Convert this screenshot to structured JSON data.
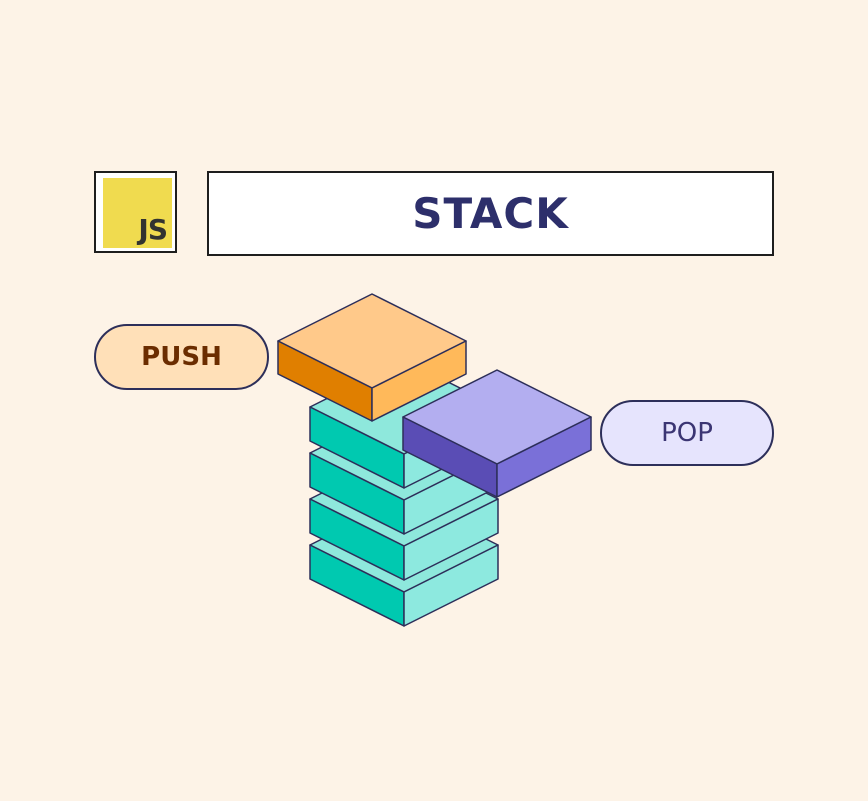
{
  "logo": {
    "text": "JS",
    "color": "#f0db4f"
  },
  "title": "STACK",
  "push_label": "PUSH",
  "pop_label": "POP",
  "stack": {
    "block_count": 4,
    "colors": {
      "top": "#8ee8dc",
      "left": "#00c9b0",
      "right": "#8de9df"
    }
  },
  "pushed_block": {
    "colors": {
      "top": "#ffc98a",
      "left": "#e07f00",
      "right": "#ffb95a"
    }
  },
  "popped_block": {
    "colors": {
      "top": "#b3aef0",
      "left": "#5a4db5",
      "right": "#7a70d8"
    }
  },
  "stroke_color": "#2d2f5a"
}
